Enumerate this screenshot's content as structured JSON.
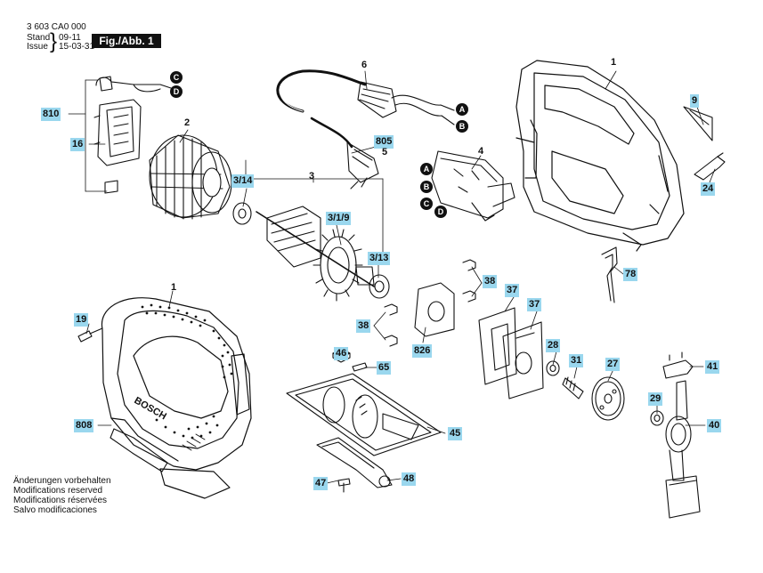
{
  "header": {
    "part_no": "3 603 CA0 000",
    "stand_label": "Stand",
    "issue_label": "Issue",
    "date1": "09-11",
    "date2": "15-03-31",
    "fig_label": "Fig./Abb. 1"
  },
  "notes": [
    "Änderungen vorbehalten",
    "Modifications reserved",
    "Modifications réservées",
    "Salvo modificaciones"
  ],
  "brand_text": "BOSCH",
  "callouts": {
    "c1a": "1",
    "c1b": "1",
    "c2": "2",
    "c3": "3",
    "c3_14": "3/14",
    "c3_1_9": "3/1/9",
    "c3_13": "3/13",
    "c4": "4",
    "c5": "5",
    "c6": "6",
    "c9": "9",
    "c16": "16",
    "c19": "19",
    "c24": "24",
    "c27": "27",
    "c28": "28",
    "c29": "29",
    "c31": "31",
    "c37a": "37",
    "c37b": "37",
    "c38a": "38",
    "c38b": "38",
    "c40": "40",
    "c41": "41",
    "c45": "45",
    "c46": "46",
    "c47": "47",
    "c48": "48",
    "c65": "65",
    "c78": "78",
    "c805": "805",
    "c808": "808",
    "c810": "810",
    "c826": "826"
  },
  "connectors": {
    "a1": "A",
    "b1": "B",
    "a2": "A",
    "b2": "B",
    "c2": "C",
    "d2": "D",
    "c3": "C",
    "d3": "D"
  },
  "colors": {
    "tag_fill": "#9ad7ee",
    "ink": "#111111"
  }
}
